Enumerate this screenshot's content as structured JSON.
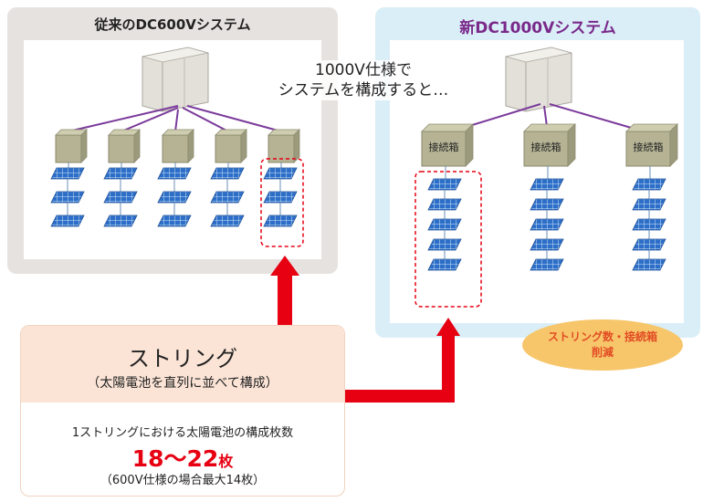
{
  "old_system": {
    "title": "従来のDC600Vシステム"
  },
  "new_system": {
    "title": "新DC1000Vシステム",
    "junction_box_label": "接続箱"
  },
  "caption": {
    "line1": "1000V仕様で",
    "line2": "システムを構成すると…"
  },
  "reduction_badge": {
    "line1": "ストリング数・接続箱",
    "line2": "削減"
  },
  "string_box": {
    "title": "ストリング",
    "subtitle": "（太陽電池を直列に並べて構成）",
    "count_label": "1ストリングにおける太陽電池の構成枚数",
    "count_value": "18〜22",
    "count_unit": "枚",
    "note": "（600V仕様の場合最大14枚）"
  },
  "colors": {
    "arrow": "#e60012",
    "wire": "#7a3a9a",
    "panel_blue": "#2d6fc8",
    "junction_box": "#b5b394",
    "new_title": "#7a2a8a",
    "badge": "#f7c66a"
  }
}
